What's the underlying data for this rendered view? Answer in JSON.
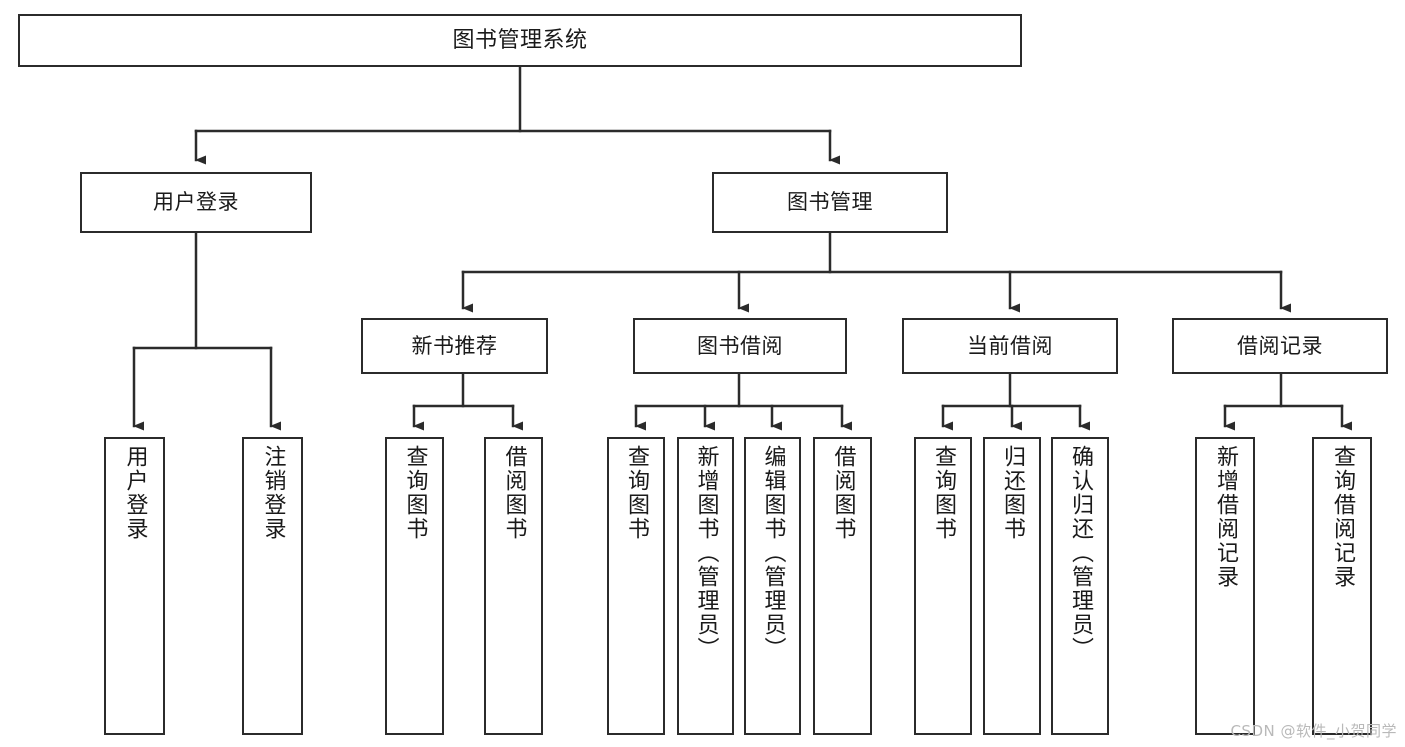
{
  "diagram": {
    "type": "tree-hierarchy-chart",
    "title": "图书管理系统",
    "watermark": "CSDN @软件_小贺同学",
    "colors": {
      "stroke": "#2b2b2b",
      "fill": "#ffffff",
      "text": "#1a1a1a",
      "watermark": "#b9b9b9"
    },
    "nodes": {
      "root": {
        "label": "图书管理系统",
        "orientation": "horizontal"
      },
      "level2": [
        {
          "id": "user-login",
          "label": "用户登录",
          "orientation": "horizontal"
        },
        {
          "id": "book-manage",
          "label": "图书管理",
          "orientation": "horizontal"
        }
      ],
      "level3": [
        {
          "id": "new-book-recommend",
          "label": "新书推荐",
          "orientation": "horizontal"
        },
        {
          "id": "book-borrow",
          "label": "图书借阅",
          "orientation": "horizontal"
        },
        {
          "id": "current-borrow",
          "label": "当前借阅",
          "orientation": "horizontal"
        },
        {
          "id": "borrow-record",
          "label": "借阅记录",
          "orientation": "horizontal"
        }
      ],
      "leaves": {
        "user-login": [
          {
            "id": "leaf-user-login",
            "label": "用户登录",
            "orientation": "vertical"
          },
          {
            "id": "leaf-logout-login",
            "label": "注销登录",
            "orientation": "vertical"
          }
        ],
        "new-book-recommend": [
          {
            "id": "leaf-query-book-1",
            "label": "查询图书",
            "orientation": "vertical"
          },
          {
            "id": "leaf-borrow-book-1",
            "label": "借阅图书",
            "orientation": "vertical"
          }
        ],
        "book-borrow": [
          {
            "id": "leaf-query-book-2",
            "label": "查询图书",
            "orientation": "vertical"
          },
          {
            "id": "leaf-add-book",
            "label": "新增图书（管理员）",
            "orientation": "vertical"
          },
          {
            "id": "leaf-edit-book",
            "label": "编辑图书（管理员）",
            "orientation": "vertical"
          },
          {
            "id": "leaf-borrow-book-2",
            "label": "借阅图书",
            "orientation": "vertical"
          }
        ],
        "current-borrow": [
          {
            "id": "leaf-query-book-3",
            "label": "查询图书",
            "orientation": "vertical"
          },
          {
            "id": "leaf-return-book",
            "label": "归还图书",
            "orientation": "vertical"
          },
          {
            "id": "leaf-confirm-return",
            "label": "确认归还（管理员）",
            "orientation": "vertical"
          }
        ],
        "borrow-record": [
          {
            "id": "leaf-add-record",
            "label": "新增借阅记录",
            "orientation": "vertical"
          },
          {
            "id": "leaf-query-record",
            "label": "查询借阅记录",
            "orientation": "vertical"
          }
        ]
      }
    }
  }
}
